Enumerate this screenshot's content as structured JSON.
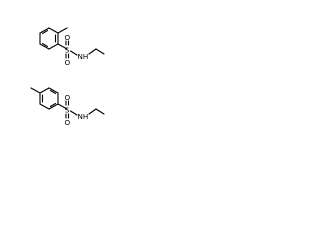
{
  "structures": [
    {
      "atoms": {
        "sulfur": "S",
        "oxygen_top": "O",
        "oxygen_bottom": "O",
        "amine": "NH"
      }
    },
    {
      "atoms": {
        "sulfur": "S",
        "oxygen_top": "O",
        "oxygen_bottom": "O",
        "amine": "NH"
      }
    }
  ]
}
